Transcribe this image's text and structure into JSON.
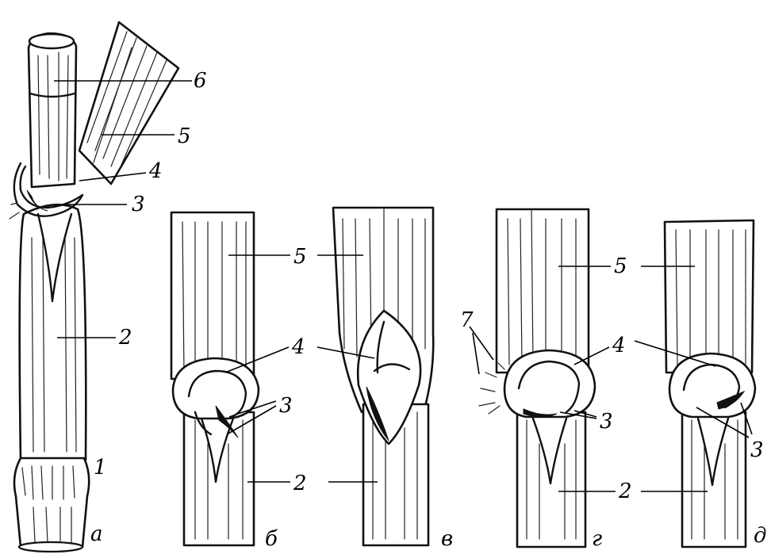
{
  "labels": {
    "n1": "1",
    "n2": "2",
    "n3": "3",
    "n4": "4",
    "n5": "5",
    "n6": "6",
    "n7": "7"
  },
  "panels": {
    "a": "а",
    "b": "б",
    "v": "в",
    "g": "г",
    "d": "д"
  }
}
